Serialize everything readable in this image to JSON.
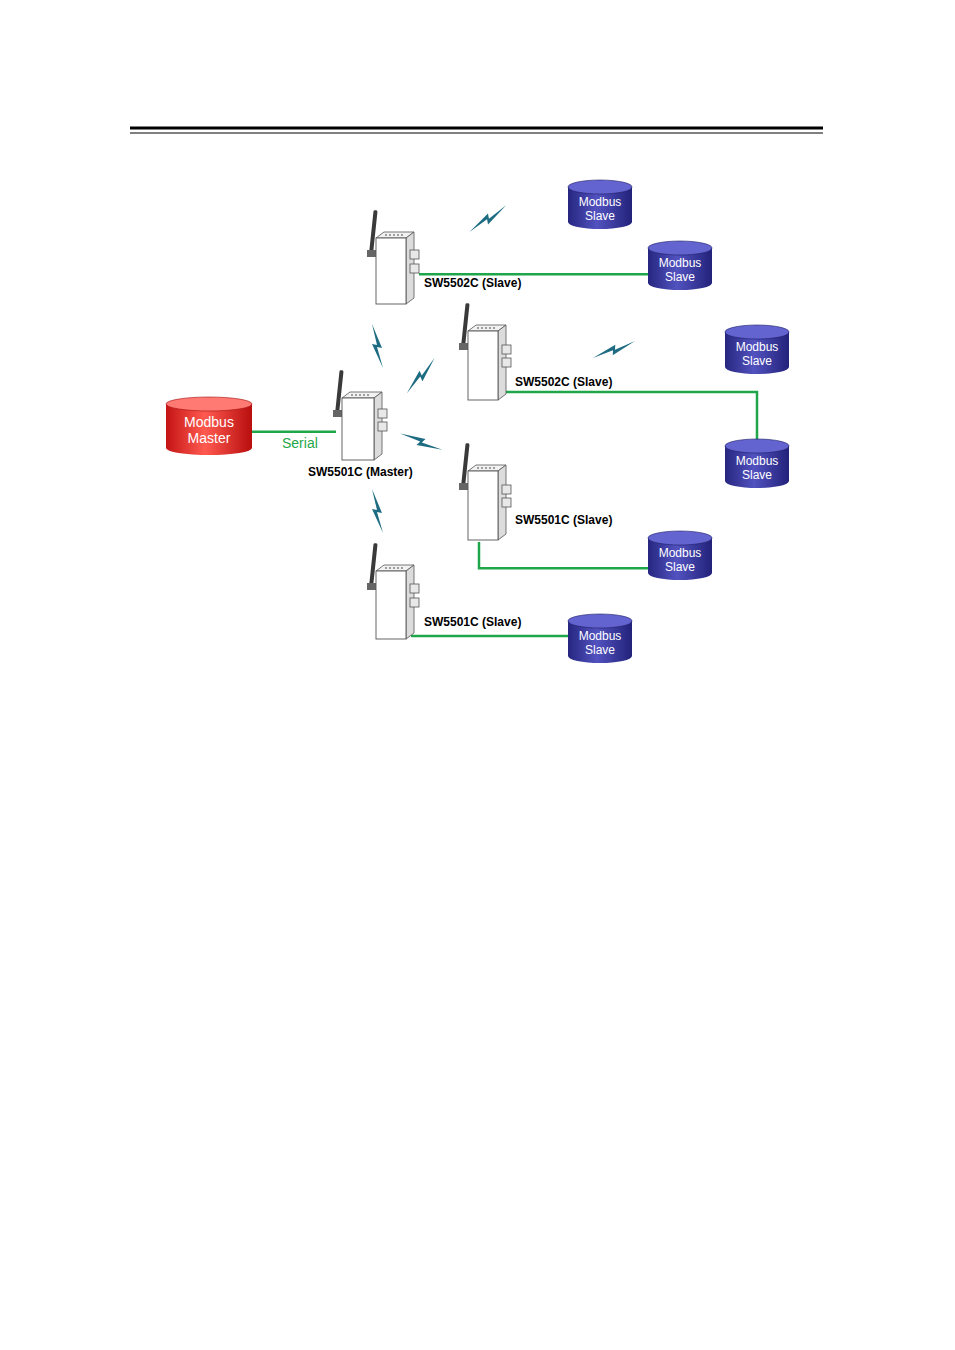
{
  "diagram": {
    "nodes": [
      {
        "text": [
          "Modbus Master"
        ]
      },
      {
        "text": [
          "SW5501C (Master)"
        ]
      },
      {
        "text": [
          "SW5502C (Slave)"
        ]
      },
      {
        "text": [
          "Modbus Slave"
        ]
      },
      {
        "text": [
          "Modbus Slave"
        ]
      },
      {
        "text": [
          "SW5502C (Slave)"
        ]
      },
      {
        "text": [
          "Modbus Slave"
        ]
      },
      {
        "text": [
          "Modbus Slave"
        ]
      },
      {
        "text": [
          "SW5501C (Slave)"
        ]
      },
      {
        "text": [
          "Modbus Slave"
        ]
      },
      {
        "text": [
          "SW5501C (Slave)"
        ]
      },
      {
        "text": [
          "Modbus Slave"
        ]
      }
    ],
    "edges": [
      {
        "from": 0,
        "to": 1,
        "label": "Serial",
        "arrow": "none"
      },
      {
        "from": 2,
        "to": 4,
        "arrow": "none"
      },
      {
        "from": 5,
        "to": 7,
        "arrow": "none"
      },
      {
        "from": 8,
        "to": 9,
        "arrow": "none"
      },
      {
        "from": 10,
        "to": 11,
        "arrow": "none"
      }
    ]
  }
}
